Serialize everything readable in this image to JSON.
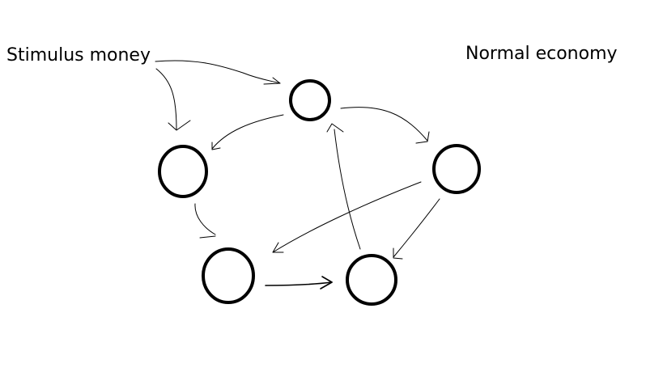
{
  "labels": {
    "stimulus": "Stimulus money",
    "normal_economy": "Normal economy"
  },
  "colors": {
    "ink": "#000000",
    "background": "#ffffff"
  },
  "nodes": [
    {
      "id": "top"
    },
    {
      "id": "left"
    },
    {
      "id": "right"
    },
    {
      "id": "bottom-left"
    },
    {
      "id": "bottom-right"
    }
  ],
  "edges": [
    {
      "from": "stimulus",
      "to": "top"
    },
    {
      "from": "stimulus",
      "to": "left"
    },
    {
      "from": "top",
      "to": "left"
    },
    {
      "from": "top",
      "to": "right"
    },
    {
      "from": "left",
      "to": "bottom-left"
    },
    {
      "from": "right",
      "to": "bottom-left"
    },
    {
      "from": "right",
      "to": "bottom-right"
    },
    {
      "from": "bottom-left",
      "to": "bottom-right"
    },
    {
      "from": "bottom-right",
      "to": "top"
    }
  ]
}
